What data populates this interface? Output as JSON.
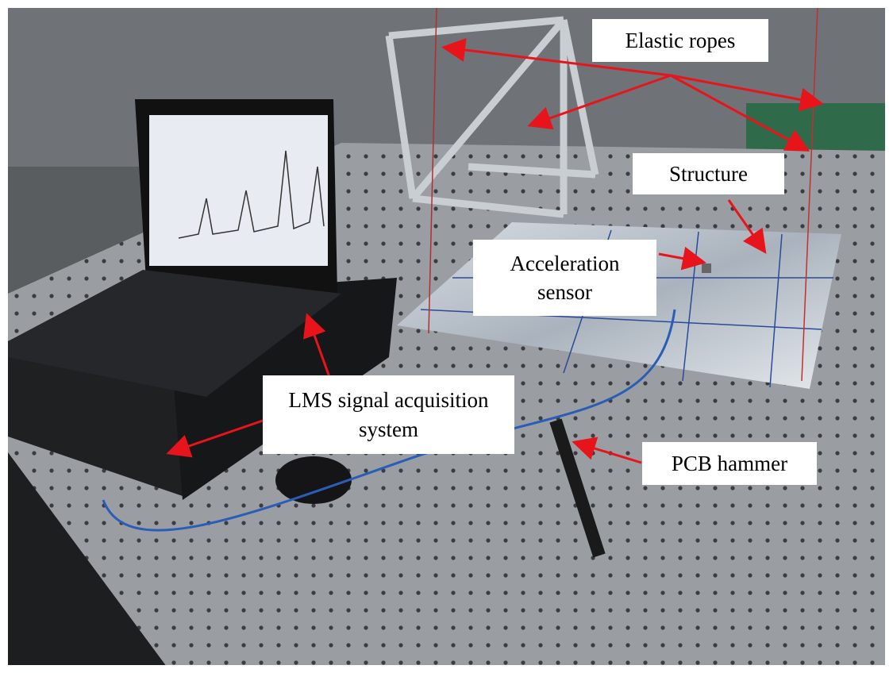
{
  "labels": {
    "elastic_ropes": "Elastic ropes",
    "structure": "Structure",
    "acceleration_sensor": "Acceleration sensor",
    "lms_system": "LMS signal acquisition system",
    "pcb_hammer": "PCB hammer"
  },
  "colors": {
    "arrow": "#e8141b",
    "label_bg": "#ffffff"
  }
}
